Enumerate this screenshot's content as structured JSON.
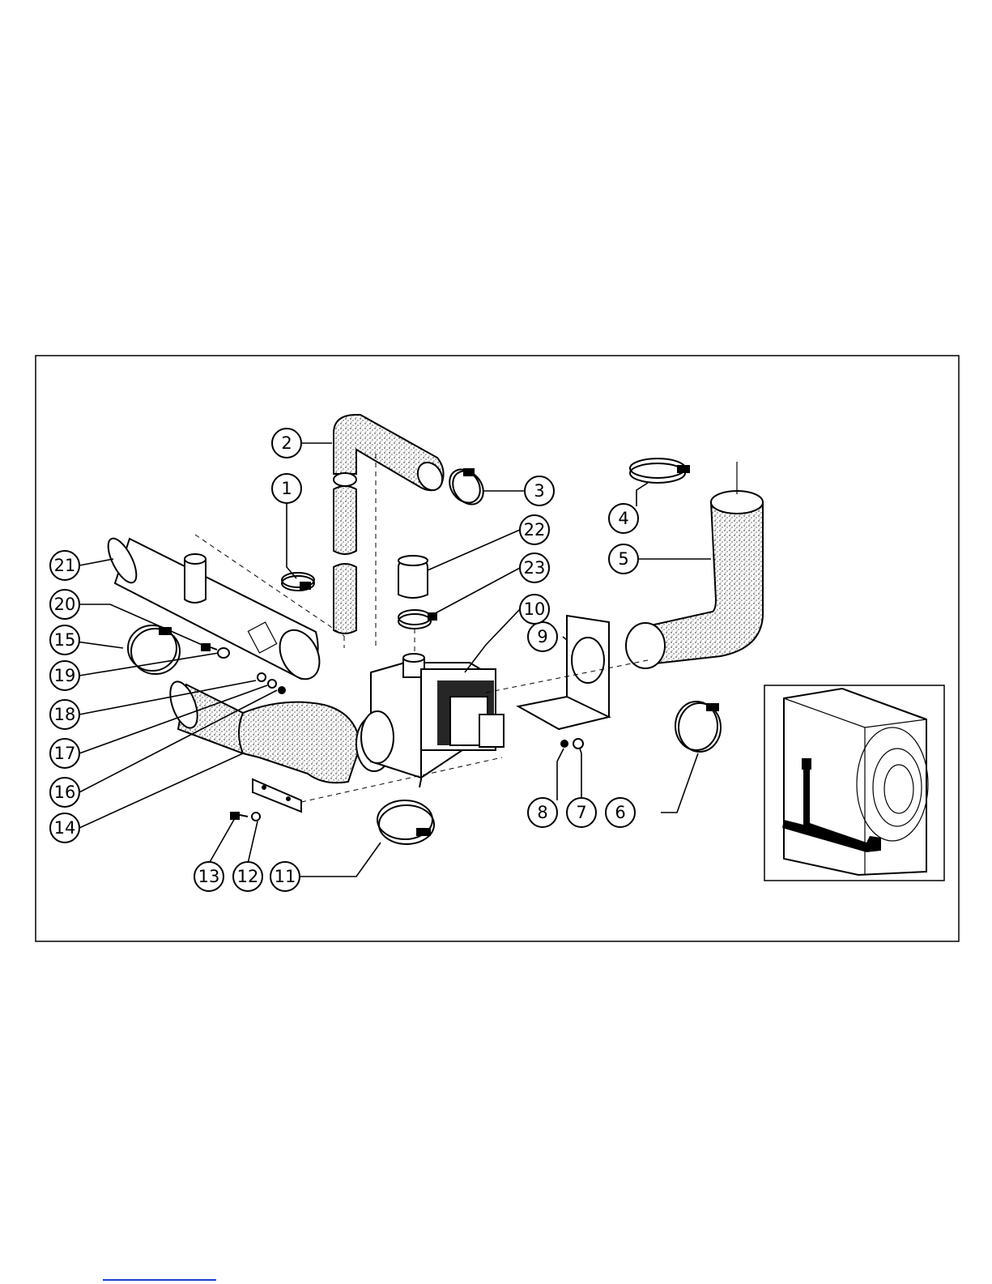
{
  "callouts": [
    {
      "id": "c1",
      "label": "1"
    },
    {
      "id": "c2",
      "label": "2"
    },
    {
      "id": "c3",
      "label": "3"
    },
    {
      "id": "c4",
      "label": "4"
    },
    {
      "id": "c5",
      "label": "5"
    },
    {
      "id": "c6",
      "label": "6"
    },
    {
      "id": "c7",
      "label": "7"
    },
    {
      "id": "c8",
      "label": "8"
    },
    {
      "id": "c9",
      "label": "9"
    },
    {
      "id": "c10",
      "label": "10"
    },
    {
      "id": "c11",
      "label": "11"
    },
    {
      "id": "c12",
      "label": "12"
    },
    {
      "id": "c13",
      "label": "13"
    },
    {
      "id": "c14",
      "label": "14"
    },
    {
      "id": "c15",
      "label": "15"
    },
    {
      "id": "c16",
      "label": "16"
    },
    {
      "id": "c17",
      "label": "17"
    },
    {
      "id": "c18",
      "label": "18"
    },
    {
      "id": "c19",
      "label": "19"
    },
    {
      "id": "c20",
      "label": "20"
    },
    {
      "id": "c21",
      "label": "21"
    },
    {
      "id": "c22",
      "label": "22"
    },
    {
      "id": "c23",
      "label": "23"
    }
  ],
  "colors": {
    "ink": "#000000",
    "paper": "#ffffff",
    "link_underline": "#1a3fd4"
  }
}
